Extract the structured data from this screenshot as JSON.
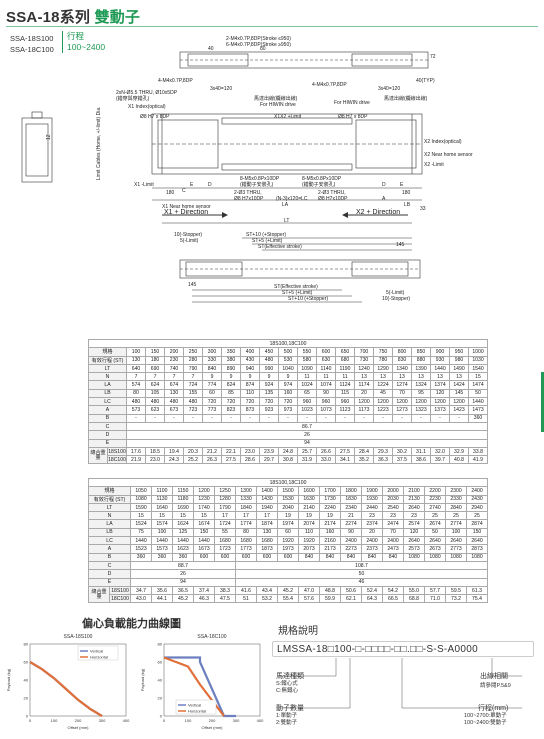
{
  "header": {
    "title_model": "SSA-18系列",
    "title_sub": "雙動子",
    "models": [
      "SSA-18S100",
      "SSA-18C100"
    ],
    "stroke_label": "行程",
    "stroke_range": "100~2400"
  },
  "drawing": {
    "labels": {
      "tap_top1": "2-M4x0.7P,8DP(Stroke ≤950)",
      "tap_top2": "6-M4x0.7P,8DP(Stroke ≥950)",
      "tap_left": "4-M4x0.7P,8DP",
      "tap_right": "4-M4x0.7P,8DP",
      "thru": "2xN-Ø5.5 THRU, Ø10x5DP",
      "thru2": "(錯穿與穿錯孔)",
      "index": "X1 Index(optical)",
      "pin": "Ø8 H7 x 8DP",
      "hiwin_left": "For HIWIN drive",
      "hiwin_right": "For HIWIN drive",
      "motor_left": "馬達出線(纜線出線)",
      "motor_right": "馬達出線(纜線出線)",
      "x1x2": "X1X2 +Limit",
      "x2_index": "X2 Index(optical)",
      "x2_near": "X2 Near home sensor",
      "x2_limit": "X2 -Limit",
      "x1_limit": "X1 -Limit",
      "x1_near": "X1 Near home sensor",
      "m5_left": "8-M5x0.8Px10DP",
      "m5_left2": "(錯動子安裝孔)",
      "m5_right": "8-M5x0.8Px10DP",
      "m5_right2": "(錯動子安裝孔)",
      "thru_left": "2-Ø3 THRU,",
      "thru_left2": "Ø8 H7x10DP",
      "thru_right": "2-Ø3 THRU,",
      "thru_right2": "Ø8 H7x10DP",
      "n_lc": "(N-3)x120=LC",
      "limit_cables": "Limit Cables (Home, +/-limit) Dia.",
      "x1_dir": "X1 + Direction",
      "x2_dir": "X2 + Direction",
      "lt": "LT",
      "la": "LA",
      "lb": "LB",
      "a": "A",
      "b": "B",
      "c": "C",
      "d": "D",
      "e": "E",
      "dim_40": "40",
      "dim_80": "80",
      "dim_12": "12",
      "dim_72": "72",
      "dim_3x40": "3x40=120",
      "dim_4typ": "40(TYP)",
      "dim_180": "180",
      "dim_33": "33",
      "dim_145": "145",
      "dim_5": "5",
      "st10_top": "ST+10 (+Stopper)",
      "st5_top": "ST+5 (+Limit)",
      "st_eff_top": "ST(Effective stroke)",
      "stop10_top": "10(-Stopper)",
      "lim5_top": "5(-Limit)",
      "st_eff_bot": "ST(Effective stroke)",
      "st5_bot": "ST+5 (+Limit)",
      "st10_bot": "ST+10 (+Stopper)",
      "lim5_bot": "5(-Limit)",
      "stop10_bot": "10(-Stopper)"
    }
  },
  "table1": {
    "caption": "18S100,18C100",
    "rows": [
      {
        "label": "規格",
        "values": [
          "100",
          "150",
          "200",
          "250",
          "300",
          "350",
          "400",
          "450",
          "500",
          "550",
          "600",
          "650",
          "700",
          "750",
          "800",
          "850",
          "900",
          "950",
          "1000"
        ]
      },
      {
        "label": "有效行程 (ST)",
        "values": [
          "130",
          "180",
          "230",
          "280",
          "330",
          "380",
          "430",
          "480",
          "530",
          "580",
          "630",
          "680",
          "730",
          "780",
          "830",
          "880",
          "930",
          "980",
          "1030"
        ]
      },
      {
        "label": "LT",
        "values": [
          "640",
          "690",
          "740",
          "790",
          "840",
          "890",
          "940",
          "990",
          "1040",
          "1090",
          "1140",
          "1190",
          "1240",
          "1290",
          "1340",
          "1390",
          "1440",
          "1490",
          "1540"
        ]
      },
      {
        "label": "N",
        "values": [
          "7",
          "7",
          "7",
          "7",
          "9",
          "9",
          "9",
          "9",
          "9",
          "11",
          "11",
          "11",
          "13",
          "13",
          "13",
          "13",
          "13",
          "13",
          "15"
        ]
      },
      {
        "label": "LA",
        "values": [
          "574",
          "624",
          "674",
          "724",
          "774",
          "824",
          "874",
          "924",
          "974",
          "1024",
          "1074",
          "1124",
          "1174",
          "1224",
          "1274",
          "1324",
          "1374",
          "1424",
          "1474"
        ]
      },
      {
        "label": "LB",
        "values": [
          "80",
          "105",
          "130",
          "155",
          "60",
          "85",
          "110",
          "135",
          "160",
          "65",
          "90",
          "115",
          "20",
          "45",
          "70",
          "95",
          "120",
          "145",
          "50"
        ]
      },
      {
        "label": "LC",
        "values": [
          "480",
          "480",
          "480",
          "480",
          "720",
          "720",
          "720",
          "720",
          "720",
          "960",
          "960",
          "960",
          "1200",
          "1200",
          "1200",
          "1200",
          "1200",
          "1200",
          "1440"
        ]
      },
      {
        "label": "A",
        "values": [
          "573",
          "623",
          "673",
          "723",
          "773",
          "823",
          "873",
          "923",
          "973",
          "1023",
          "1073",
          "1123",
          "1173",
          "1223",
          "1273",
          "1323",
          "1373",
          "1423",
          "1473"
        ]
      },
      {
        "label": "B",
        "values": [
          "-",
          "-",
          "-",
          "-",
          "-",
          "-",
          "-",
          "-",
          "-",
          "-",
          "-",
          "-",
          "-",
          "-",
          "-",
          "-",
          "-",
          "-",
          "360"
        ]
      }
    ],
    "merged": [
      {
        "label": "C",
        "value": "86.7"
      },
      {
        "label": "D",
        "value": "26"
      },
      {
        "label": "E",
        "value": "94"
      }
    ],
    "weight_label": "總合重量",
    "weights": [
      {
        "model": "18S100",
        "values": [
          "17.6",
          "18.5",
          "19.4",
          "20.3",
          "21.2",
          "22.1",
          "23.0",
          "23.9",
          "24.8",
          "25.7",
          "26.6",
          "27.5",
          "28.4",
          "29.3",
          "30.2",
          "31.1",
          "32.0",
          "32.9",
          "33.8"
        ]
      },
      {
        "model": "18C100",
        "values": [
          "21.9",
          "23.0",
          "24.3",
          "25.2",
          "26.3",
          "27.5",
          "28.6",
          "29.7",
          "30.8",
          "31.9",
          "33.0",
          "34.1",
          "35.2",
          "36.3",
          "37.5",
          "38.6",
          "39.7",
          "40.8",
          "41.9"
        ]
      }
    ]
  },
  "table2": {
    "caption": "18S100,18C100",
    "rows": [
      {
        "label": "規格",
        "values": [
          "1050",
          "1100",
          "1150",
          "1200",
          "1250",
          "1300",
          "1400",
          "1500",
          "1600",
          "1700",
          "1800",
          "1900",
          "2000",
          "2100",
          "2200",
          "2300",
          "2400"
        ]
      },
      {
        "label": "有效行程 (ST)",
        "values": [
          "1080",
          "1130",
          "1180",
          "1230",
          "1280",
          "1330",
          "1430",
          "1530",
          "1630",
          "1730",
          "1830",
          "1930",
          "2030",
          "2130",
          "2230",
          "2330",
          "2430"
        ]
      },
      {
        "label": "LT",
        "values": [
          "1590",
          "1640",
          "1690",
          "1740",
          "1790",
          "1840",
          "1940",
          "2040",
          "2140",
          "2240",
          "2340",
          "2440",
          "2540",
          "2640",
          "2740",
          "2840",
          "2940"
        ]
      },
      {
        "label": "N",
        "values": [
          "15",
          "15",
          "15",
          "15",
          "17",
          "17",
          "17",
          "19",
          "19",
          "19",
          "21",
          "23",
          "23",
          "23",
          "25",
          "25",
          "25"
        ]
      },
      {
        "label": "LA",
        "values": [
          "1524",
          "1574",
          "1624",
          "1674",
          "1724",
          "1774",
          "1874",
          "1974",
          "2074",
          "2174",
          "2274",
          "2374",
          "2474",
          "2574",
          "2674",
          "2774",
          "2874"
        ]
      },
      {
        "label": "LB",
        "values": [
          "75",
          "100",
          "125",
          "150",
          "55",
          "80",
          "130",
          "60",
          "110",
          "160",
          "90",
          "20",
          "70",
          "120",
          "50",
          "100",
          "150"
        ]
      },
      {
        "label": "LC",
        "values": [
          "1440",
          "1440",
          "1440",
          "1440",
          "1680",
          "1680",
          "1680",
          "1920",
          "1920",
          "2160",
          "2400",
          "2400",
          "2400",
          "2640",
          "2640",
          "2640",
          "2640"
        ]
      },
      {
        "label": "A",
        "values": [
          "1523",
          "1573",
          "1623",
          "1673",
          "1723",
          "1773",
          "1873",
          "1973",
          "2073",
          "2173",
          "2273",
          "2373",
          "2473",
          "2573",
          "2673",
          "2773",
          "2873"
        ]
      },
      {
        "label": "B",
        "values": [
          "360",
          "360",
          "360",
          "600",
          "600",
          "600",
          "600",
          "600",
          "840",
          "840",
          "840",
          "840",
          "840",
          "1080",
          "1080",
          "1080",
          "1080"
        ]
      }
    ],
    "merged": [
      {
        "label": "C",
        "left": "88.7",
        "right": "108.7"
      },
      {
        "label": "D",
        "left": "26",
        "right": "50"
      },
      {
        "label": "E",
        "left": "94",
        "right": "46"
      }
    ],
    "weight_label": "總合重量",
    "weights": [
      {
        "model": "18S100",
        "values": [
          "34.7",
          "35.6",
          "36.5",
          "37.4",
          "38.3",
          "41.6",
          "43.4",
          "45.2",
          "47.0",
          "48.8",
          "50.6",
          "52.4",
          "54.2",
          "55.0",
          "57.7",
          "59.5",
          "61.3"
        ]
      },
      {
        "model": "18C100",
        "values": [
          "43.0",
          "44.1",
          "45.2",
          "46.3",
          "47.5",
          "51",
          "53.2",
          "55.4",
          "57.6",
          "59.9",
          "62.1",
          "64.3",
          "66.5",
          "68.8",
          "71.0",
          "73.2",
          "75.4"
        ]
      }
    ]
  },
  "load_section": {
    "title": "偏心負載能力曲線圖"
  },
  "chart_data": [
    {
      "type": "area",
      "title": "SSA-18S100",
      "xlabel": "Offset (mm)",
      "ylabel": "Payload (kg)",
      "xlim": [
        0,
        400
      ],
      "ylim": [
        0,
        80
      ],
      "x_ticks": [
        "0",
        "100",
        "200",
        "300",
        "400"
      ],
      "y_ticks": [
        "0",
        "20",
        "40",
        "60",
        "80"
      ],
      "series": [
        {
          "name": "Vertical",
          "x": [
            0,
            50,
            100,
            150,
            200,
            250,
            300
          ],
          "y": [
            60,
            52,
            42,
            30,
            18,
            8,
            0
          ],
          "color": "#6d7fc0"
        },
        {
          "name": "Horizontal",
          "x": [
            0,
            50,
            100,
            150,
            200,
            250,
            300
          ],
          "y": [
            60,
            52,
            42,
            30,
            18,
            8,
            0
          ],
          "color": "#e0703a"
        }
      ]
    },
    {
      "type": "area",
      "title": "SSA-18C100",
      "xlabel": "Offset (mm)",
      "ylabel": "Payload (kg)",
      "xlim": [
        0,
        400
      ],
      "ylim": [
        0,
        80
      ],
      "x_ticks": [
        "0",
        "100",
        "200",
        "300",
        "400"
      ],
      "y_ticks": [
        "0",
        "20",
        "40",
        "60",
        "80"
      ],
      "series": [
        {
          "name": "Vertical",
          "x": [
            0,
            150,
            150,
            250,
            300
          ],
          "y": [
            65,
            65,
            60,
            0,
            0
          ],
          "color": "#6d7fc0"
        },
        {
          "name": "Horizontal",
          "x": [
            0,
            100,
            150,
            250
          ],
          "y": [
            65,
            55,
            35,
            0
          ],
          "color": "#e0703a"
        }
      ]
    }
  ],
  "spec": {
    "title": "規格說明",
    "code": "LMSSA-18□100-□-□□□□-□□.□□-S-S-A0000",
    "motor_type_label": "馬達種類",
    "motor_type_vals": [
      "S:鐵心式",
      "C:無鐵心"
    ],
    "mover_label": "動子數量",
    "mover_vals": [
      "1:單動子",
      "2:雙動子"
    ],
    "output_label": "出線相關",
    "output_val": "請參閱P.5&9",
    "stroke_label": "行程(mm)",
    "stroke_vals": [
      "100~2700:單動子",
      "100~2400:雙動子"
    ]
  },
  "colors": {
    "accent": "#1f9a55",
    "vertical": "#6d7fc0",
    "horizontal": "#e0703a",
    "drawing_line": "#333333"
  }
}
